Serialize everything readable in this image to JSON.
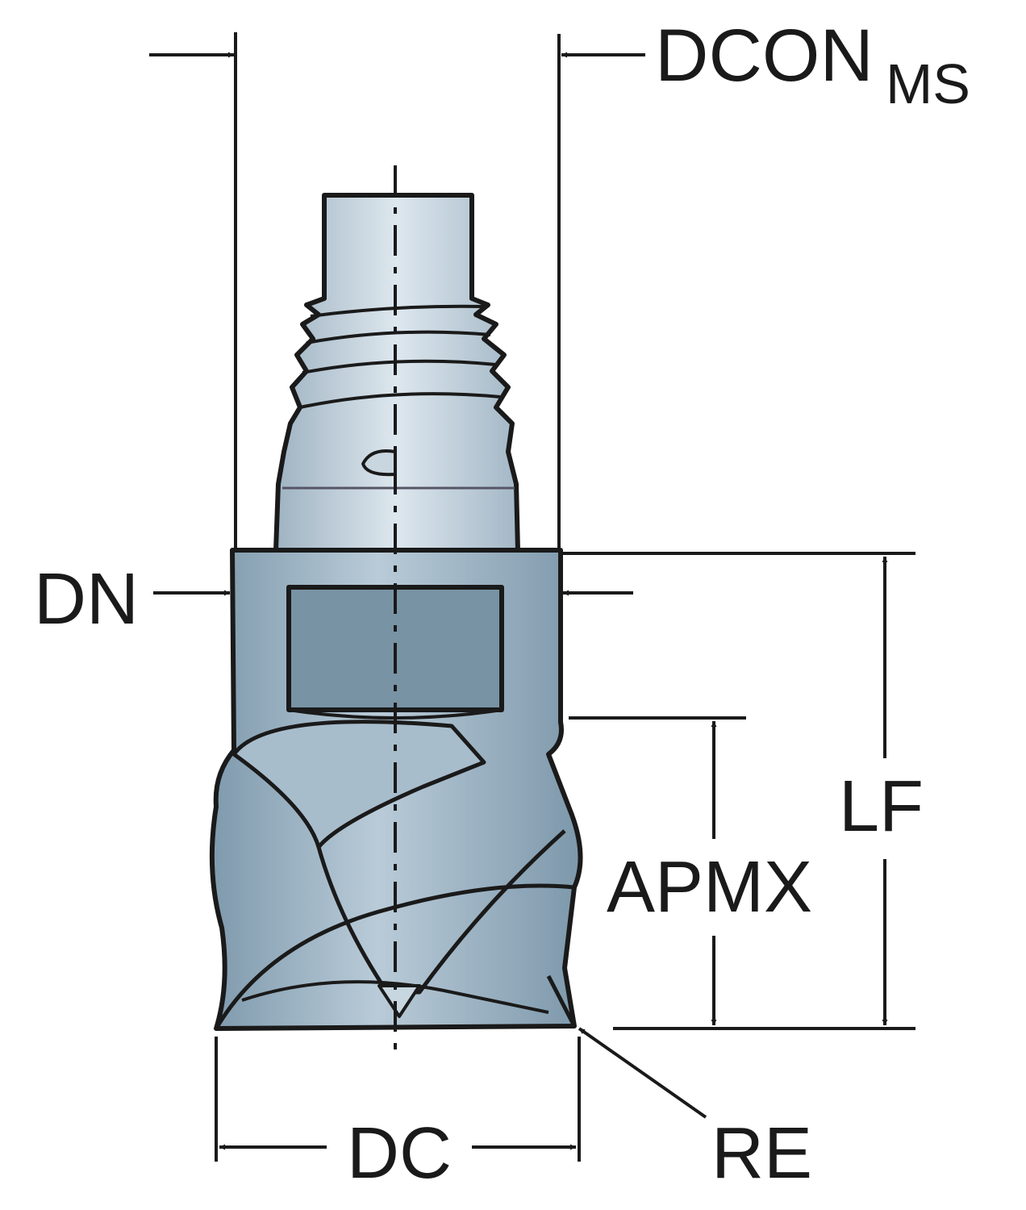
{
  "labels": {
    "dcon": "DCON",
    "dcon_sub": "MS",
    "dn": "DN",
    "lf": "LF",
    "apmx": "APMX",
    "re": "RE",
    "dc": "DC"
  },
  "colors": {
    "line": "#1a1a1a",
    "body": "#8fa9bb",
    "body_light": "#c2d3de",
    "flat": "#7893a4",
    "shank": "#aebfcc"
  }
}
